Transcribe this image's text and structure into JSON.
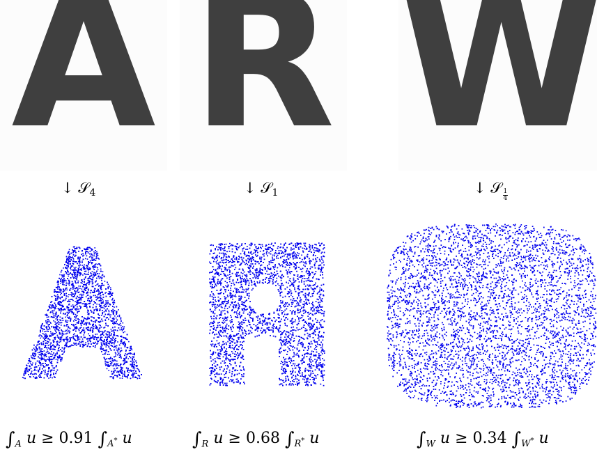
{
  "panels": [
    {
      "letter": "A",
      "arrow": "↓ 𝒮",
      "scale": "4",
      "integral": {
        "set": "A",
        "integrand": "u",
        "op": "≥",
        "ratio": "0.91",
        "star_set": "A",
        "star": "*"
      },
      "point_color": "#0000ee"
    },
    {
      "letter": "R",
      "arrow": "↓ 𝒮",
      "scale": "1",
      "integral": {
        "set": "R",
        "integrand": "u",
        "op": "≥",
        "ratio": "0.68",
        "star_set": "R",
        "star": "*"
      },
      "point_color": "#0000ee"
    },
    {
      "letter": "W",
      "arrow": "↓ 𝒮",
      "scale_num": "1",
      "scale_den": "4",
      "integral": {
        "set": "W",
        "integrand": "u",
        "op": "≥",
        "ratio": "0.34",
        "star_set": "W",
        "star": "*"
      },
      "point_color": "#0000ee"
    }
  ]
}
